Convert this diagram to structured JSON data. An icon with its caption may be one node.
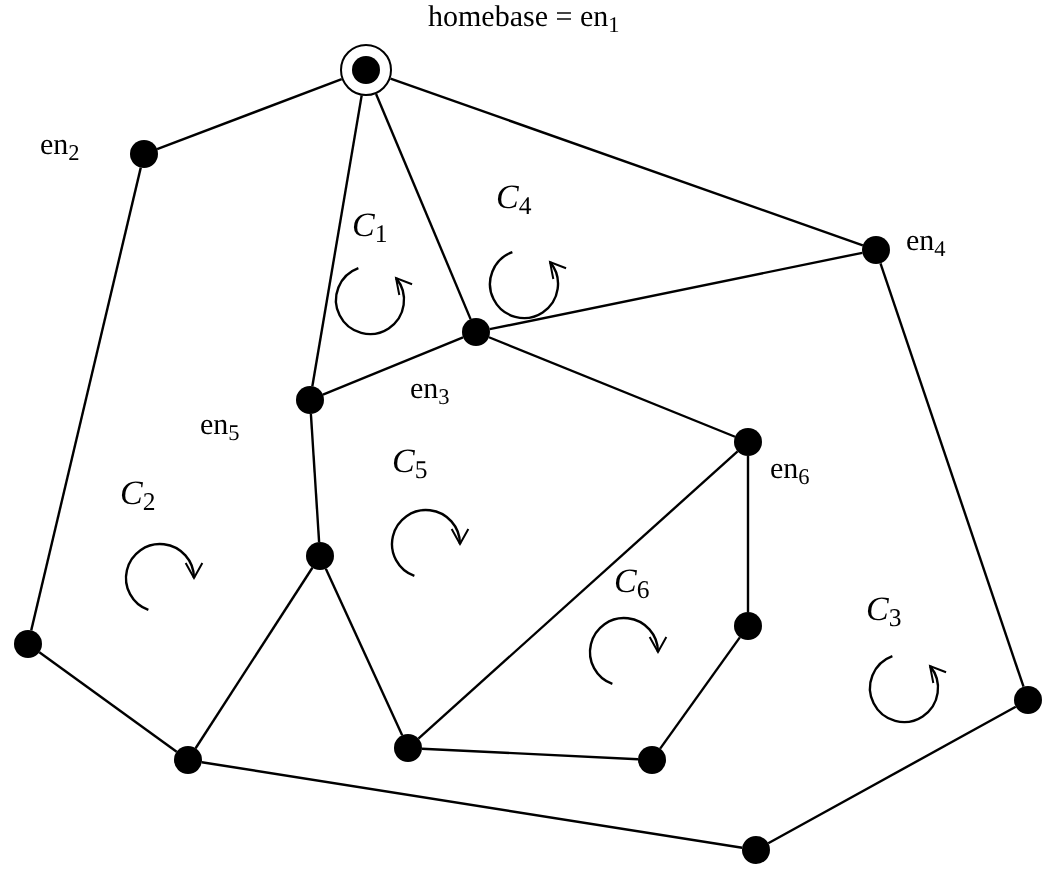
{
  "diagram": {
    "nodes": [
      {
        "text": [],
        "shape": "circle",
        "beside": [
          "homebase = en$_{1}$"
        ]
      },
      {
        "text": [],
        "shape": "circle",
        "beside": [
          "en$_{2}$"
        ]
      },
      {
        "text": [],
        "shape": "circle",
        "beside": [
          "en$_{4}$"
        ]
      },
      {
        "text": [],
        "shape": "circle",
        "beside": [
          "en$_{3}$"
        ]
      },
      {
        "text": [],
        "shape": "circle",
        "beside": [
          "en$_{5}$"
        ]
      },
      {
        "text": [],
        "shape": "circle",
        "beside": [
          "en$_{6}$"
        ]
      },
      {
        "text": [],
        "shape": "circle"
      },
      {
        "text": [],
        "shape": "circle"
      },
      {
        "text": [],
        "shape": "circle"
      },
      {
        "text": [],
        "shape": "circle"
      },
      {
        "text": [],
        "shape": "circle"
      },
      {
        "text": [],
        "shape": "circle"
      },
      {
        "text": [],
        "shape": "circle"
      },
      {
        "text": [],
        "shape": "circle"
      }
    ],
    "edges": [
      {
        "from": 0,
        "to": 1,
        "arrow": "none"
      },
      {
        "from": 0,
        "to": 2,
        "arrow": "none"
      },
      {
        "from": 0,
        "to": 3,
        "arrow": "none"
      },
      {
        "from": 0,
        "to": 4,
        "arrow": "none"
      },
      {
        "from": 1,
        "to": 7,
        "arrow": "none"
      },
      {
        "from": 3,
        "to": 2,
        "arrow": "none"
      },
      {
        "from": 3,
        "to": 4,
        "arrow": "none"
      },
      {
        "from": 3,
        "to": 5,
        "arrow": "none"
      },
      {
        "from": 4,
        "to": 6,
        "arrow": "none"
      },
      {
        "from": 6,
        "to": 11,
        "arrow": "none"
      },
      {
        "from": 6,
        "to": 10,
        "arrow": "none"
      },
      {
        "from": 10,
        "to": 5,
        "arrow": "none"
      },
      {
        "from": 10,
        "to": 12,
        "arrow": "none"
      },
      {
        "from": 12,
        "to": 8,
        "arrow": "none"
      },
      {
        "from": 8,
        "to": 5,
        "arrow": "none"
      },
      {
        "from": 2,
        "to": 9,
        "arrow": "none"
      },
      {
        "from": 7,
        "to": 11,
        "arrow": "none"
      },
      {
        "from": 11,
        "to": 13,
        "arrow": "none"
      },
      {
        "from": 13,
        "to": 9,
        "arrow": "none"
      }
    ],
    "labels": [
      "*C*$_{4}$",
      "*C*$_{1}$",
      "*C*$_{5}$",
      "*C*$_{2}$",
      "*C*$_{6}$",
      "*C*$_{3}$"
    ]
  }
}
